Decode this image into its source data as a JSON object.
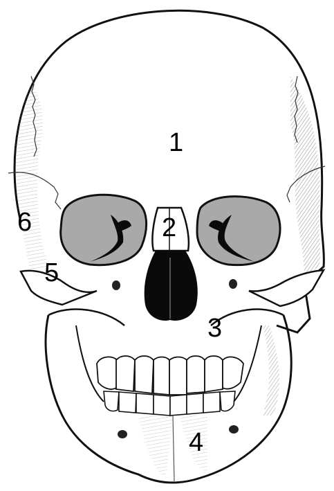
{
  "labels": {
    "frontal": "1",
    "nasal": "2",
    "maxilla": "3",
    "mandible": "4",
    "zygomatic": "5",
    "temporal": "6"
  },
  "colors": {
    "ink": "#111111",
    "bone": "#ffffff",
    "shade": "#8a8a8a",
    "cavity": "#0a0a0a"
  }
}
